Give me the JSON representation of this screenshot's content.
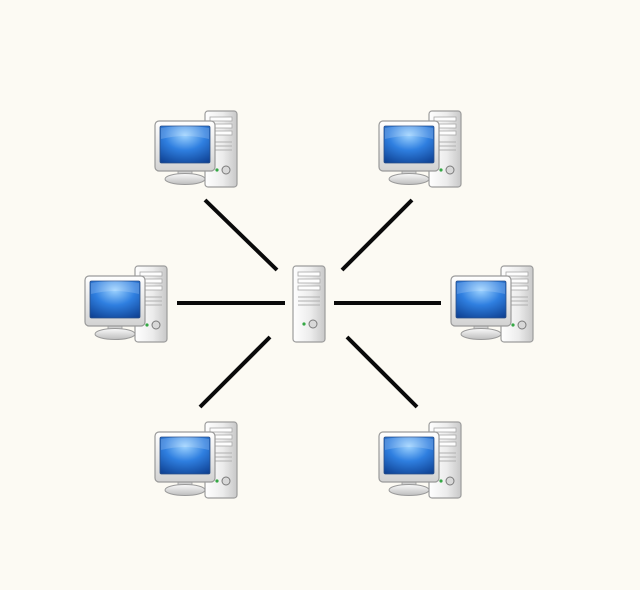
{
  "diagram": {
    "topology": "star",
    "hub": {
      "type": "server"
    },
    "nodes": [
      {
        "id": "workstation-top-left",
        "type": "workstation"
      },
      {
        "id": "workstation-top-right",
        "type": "workstation"
      },
      {
        "id": "workstation-mid-left",
        "type": "workstation"
      },
      {
        "id": "workstation-mid-right",
        "type": "workstation"
      },
      {
        "id": "workstation-bottom-left",
        "type": "workstation"
      },
      {
        "id": "workstation-bottom-right",
        "type": "workstation"
      }
    ],
    "colors": {
      "background": "#fcfaf3",
      "link": "#0a0a0a",
      "screen": "#1b63c8",
      "case": "#e8e8e8"
    }
  }
}
